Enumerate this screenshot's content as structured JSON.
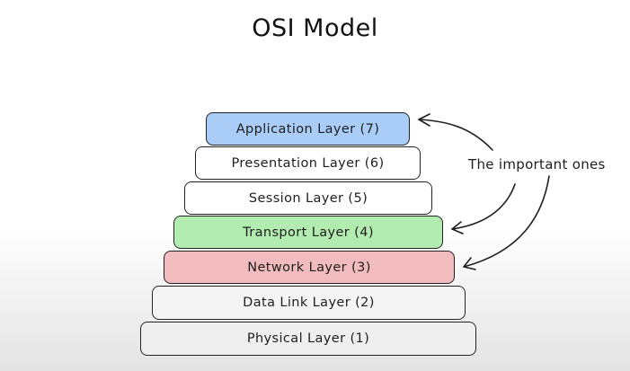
{
  "title": "OSI Model",
  "annotation": "The important ones",
  "layers": [
    {
      "label": "Application Layer (7)",
      "color": "#a9cdf7",
      "important": true
    },
    {
      "label": "Presentation Layer (6)",
      "color": "#ffffff",
      "important": false
    },
    {
      "label": "Session Layer (5)",
      "color": "#ffffff",
      "important": false
    },
    {
      "label": "Transport Layer (4)",
      "color": "#b2ecb0",
      "important": true
    },
    {
      "label": "Network Layer (3)",
      "color": "#f2bcbe",
      "important": true
    },
    {
      "label": "Data Link Layer (2)",
      "color": "#f4f4f4",
      "important": false
    },
    {
      "label": "Physical Layer (1)",
      "color": "#efefef",
      "important": false
    }
  ]
}
